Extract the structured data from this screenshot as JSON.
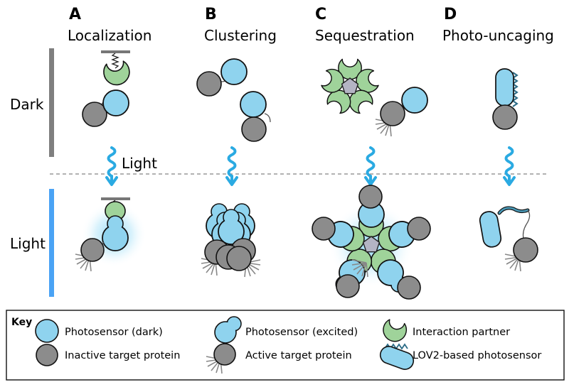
{
  "panels": [
    {
      "letter": "A",
      "title": "Localization"
    },
    {
      "letter": "B",
      "title": "Clustering"
    },
    {
      "letter": "C",
      "title": "Sequestration"
    },
    {
      "letter": "D",
      "title": "Photo-uncaging"
    }
  ],
  "rows": {
    "dark": "Dark",
    "light": "Light"
  },
  "light_arrow_label": "Light",
  "key": {
    "title": "Key",
    "items": [
      {
        "icon": "photosensor-dark-icon",
        "label": "Photosensor (dark)"
      },
      {
        "icon": "inactive-target-icon",
        "label": "Inactive target protein"
      },
      {
        "icon": "photosensor-excited-icon",
        "label": "Photosensor (excited)"
      },
      {
        "icon": "active-target-icon",
        "label": "Active target protein"
      },
      {
        "icon": "interaction-partner-icon",
        "label": "Interaction partner"
      },
      {
        "icon": "lov2-photosensor-icon",
        "label": "LOV2-based photosensor"
      }
    ]
  },
  "colors": {
    "photosensor": "#8fd3ee",
    "target": "#8c8c8c",
    "partner": "#9fd39a",
    "arrow": "#2aaae2",
    "light_bar": "#4aa3f5",
    "dark_bar": "#7f7f7f",
    "membrane": "#777777"
  }
}
